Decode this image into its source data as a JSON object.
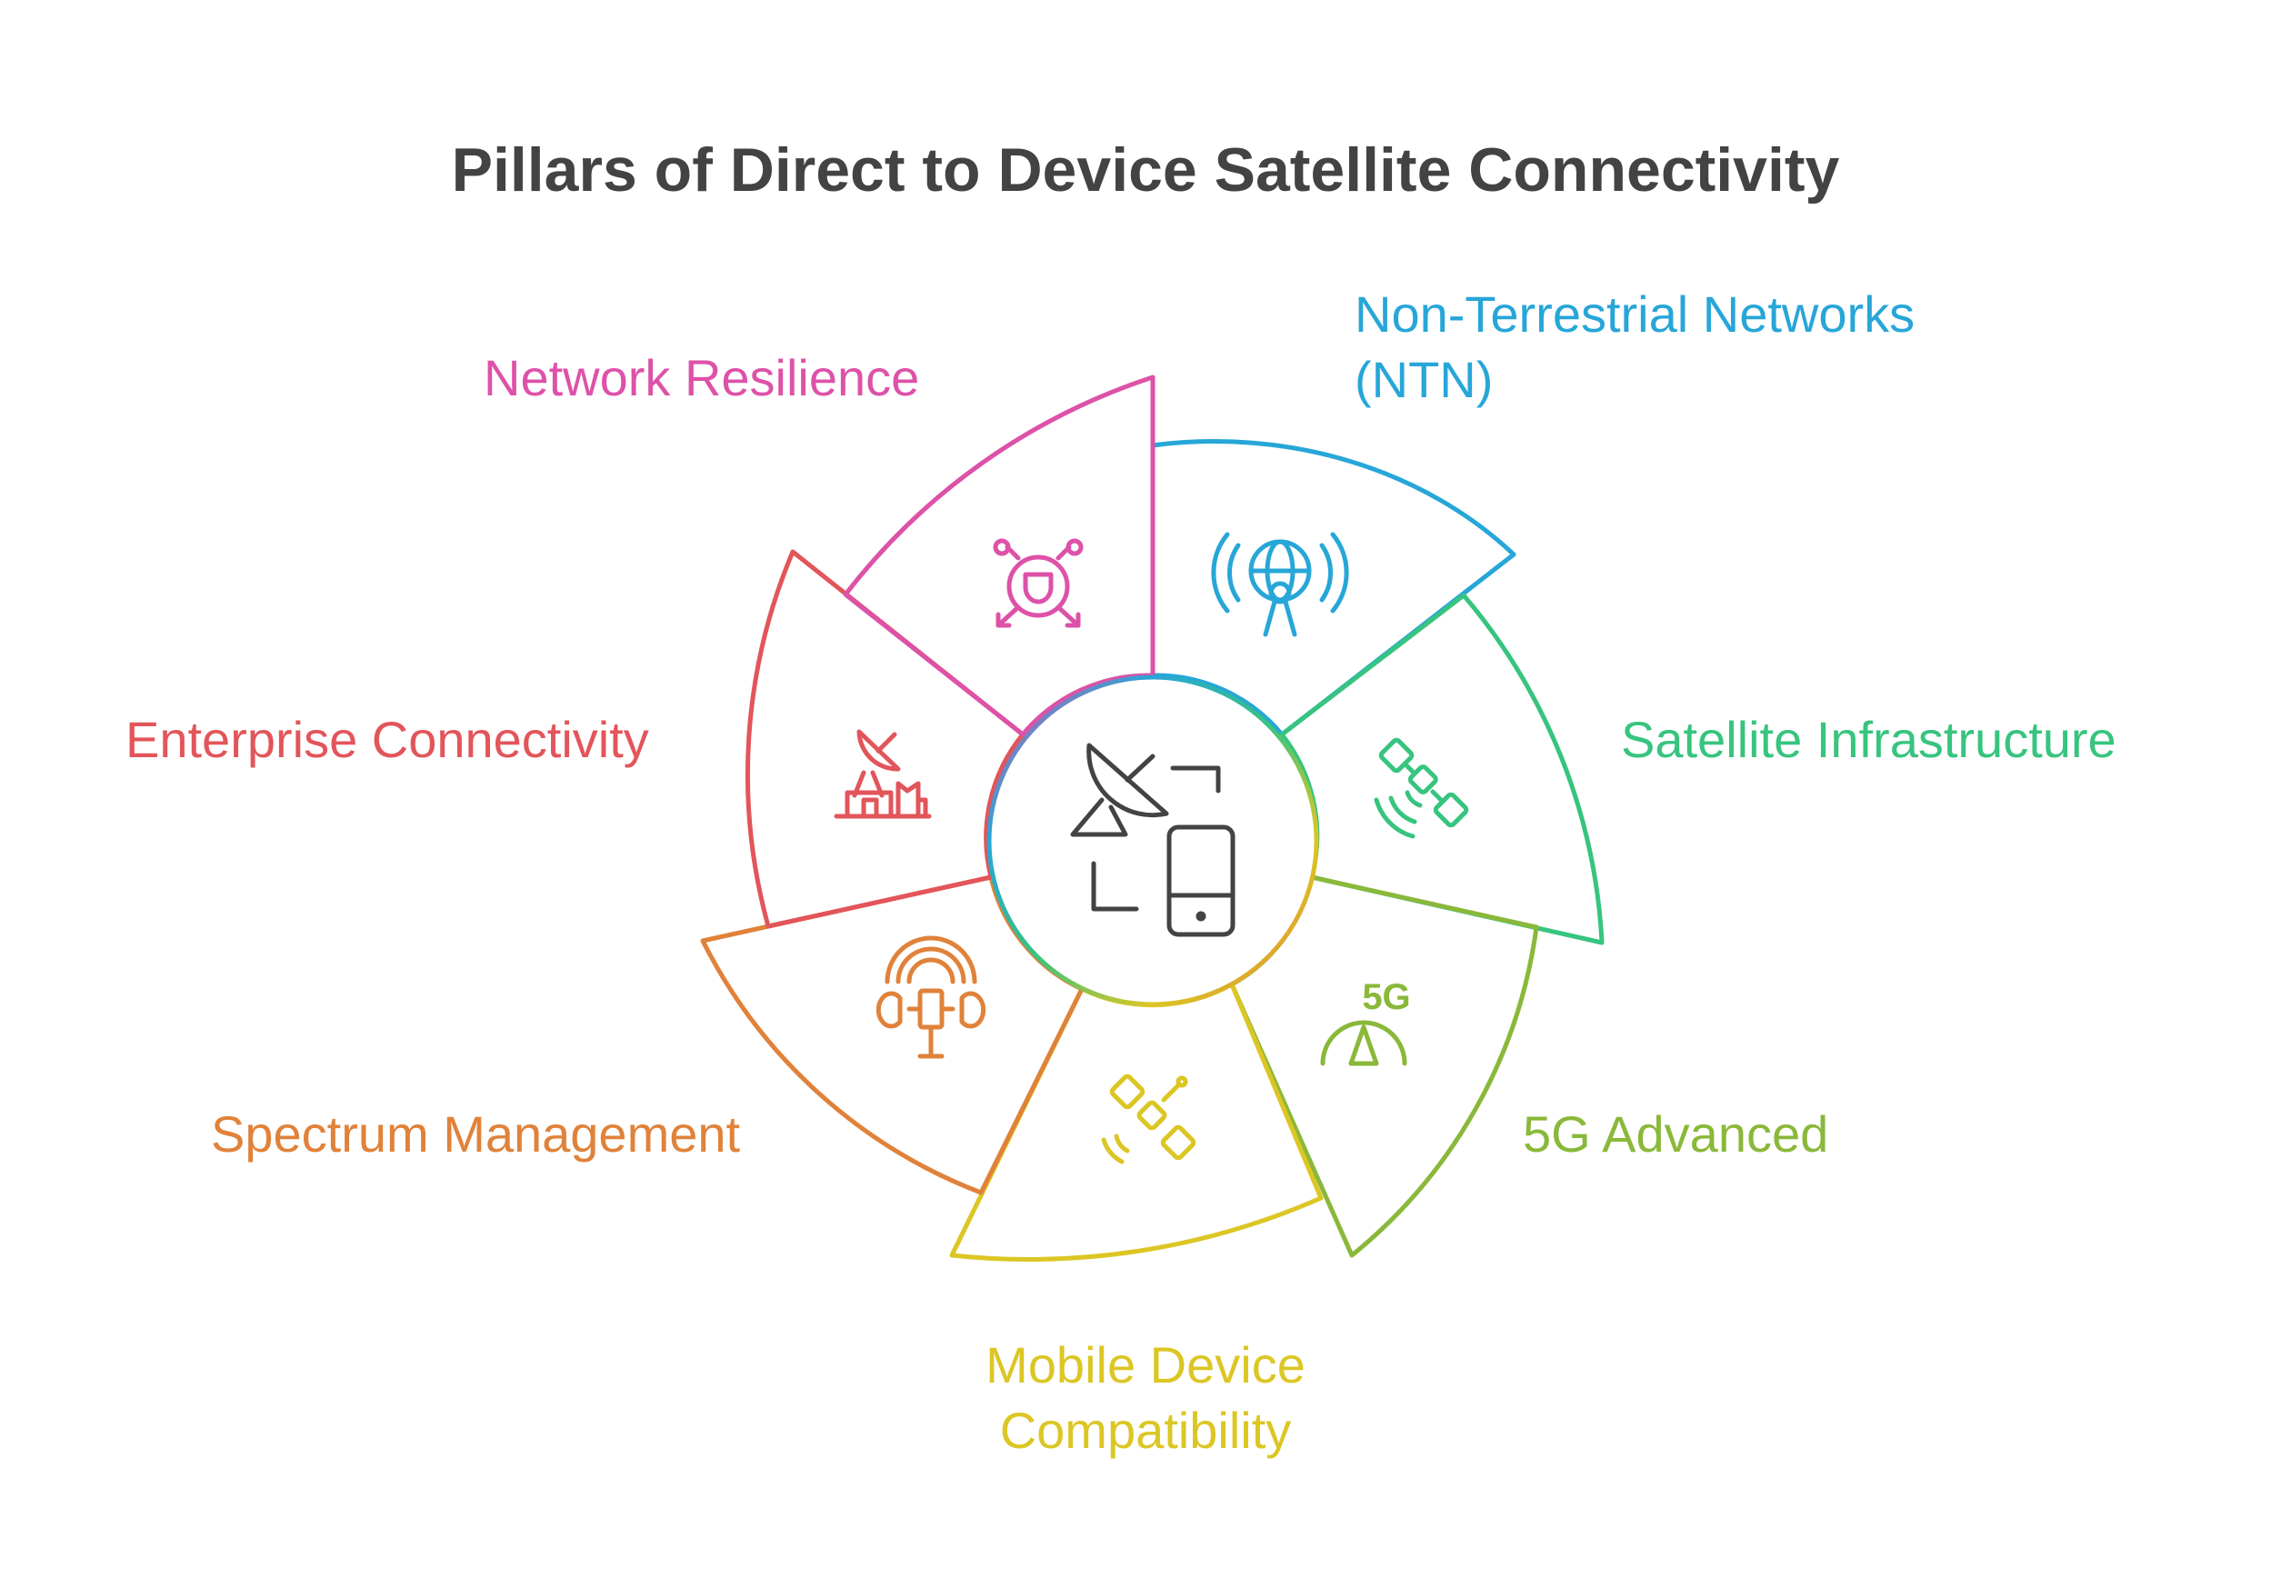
{
  "title": "Pillars of Direct to Device Satellite Connectivity",
  "pillars": [
    {
      "label_line1": "Non-Terrestrial Networks",
      "label_line2": "(NTN)",
      "color": "#27a6d8",
      "icon": "globe-antenna-icon"
    },
    {
      "label_line1": "Satellite Infrastructure",
      "label_line2": "",
      "color": "#37c47f",
      "icon": "satellite-icon"
    },
    {
      "label_line1": "5G Advanced",
      "label_line2": "",
      "color": "#8ab83a",
      "icon": "5g-gauge-icon",
      "icon_text": "5G"
    },
    {
      "label_line1": "Mobile Device",
      "label_line2": "Compatibility",
      "color": "#dcc624",
      "icon": "satellite-signal-icon"
    },
    {
      "label_line1": "Spectrum Management",
      "label_line2": "",
      "color": "#e0823a",
      "icon": "signal-tower-icon"
    },
    {
      "label_line1": "Enterprise Connectivity",
      "label_line2": "",
      "color": "#e2555a",
      "icon": "satellite-dish-building-icon"
    },
    {
      "label_line1": "Network Resilience",
      "label_line2": "",
      "color": "#dd52a8",
      "icon": "shield-network-icon"
    }
  ],
  "center": {
    "icon": "dish-phone-sync-icon",
    "color": "#434343"
  }
}
